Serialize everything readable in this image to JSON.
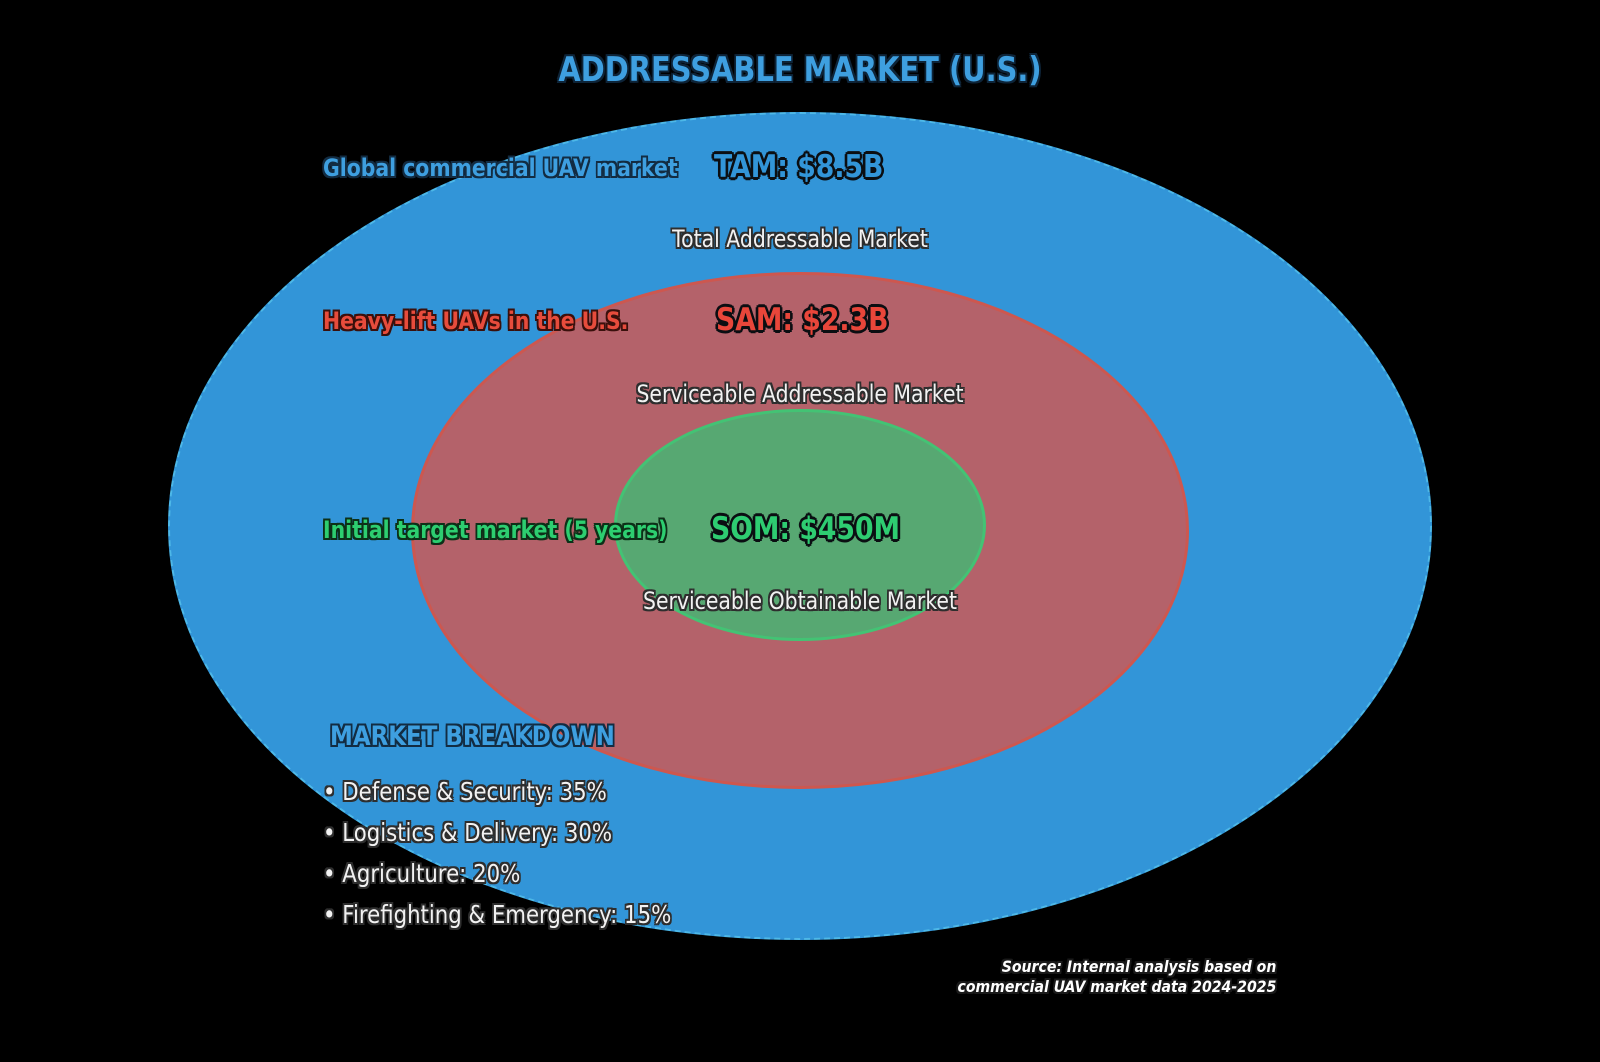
{
  "title": "ADDRESSABLE MARKET (U.S.)",
  "rings": {
    "tam": {
      "label": "Global commercial UAV market",
      "value": "TAM: $8.5B",
      "description": "Total Addressable Market",
      "fill_color": "#3295d8",
      "text_color": "#3e9fe0"
    },
    "sam": {
      "label": "Heavy-lift UAVs in the U.S.",
      "value": "SAM: $2.3B",
      "description": "Serviceable Addressable Market",
      "fill_color": "#b4626a",
      "border_color": "#cd574f",
      "text_color": "#e74c3c"
    },
    "som": {
      "label": "Initial target market (5 years)",
      "value": "SOM: $450M",
      "description": "Serviceable Obtainable Market",
      "fill_color": "#57a872",
      "border_color": "#43c374",
      "text_color": "#2ecc71"
    }
  },
  "breakdown": {
    "heading": "MARKET BREAKDOWN",
    "items": [
      "• Defense & Security: 35%",
      "• Logistics & Delivery: 30%",
      "• Agriculture: 20%",
      "• Firefighting & Emergency: 15%"
    ]
  },
  "source": {
    "line1": "Source: Internal analysis based on",
    "line2": "commercial UAV market data 2024-2025"
  }
}
